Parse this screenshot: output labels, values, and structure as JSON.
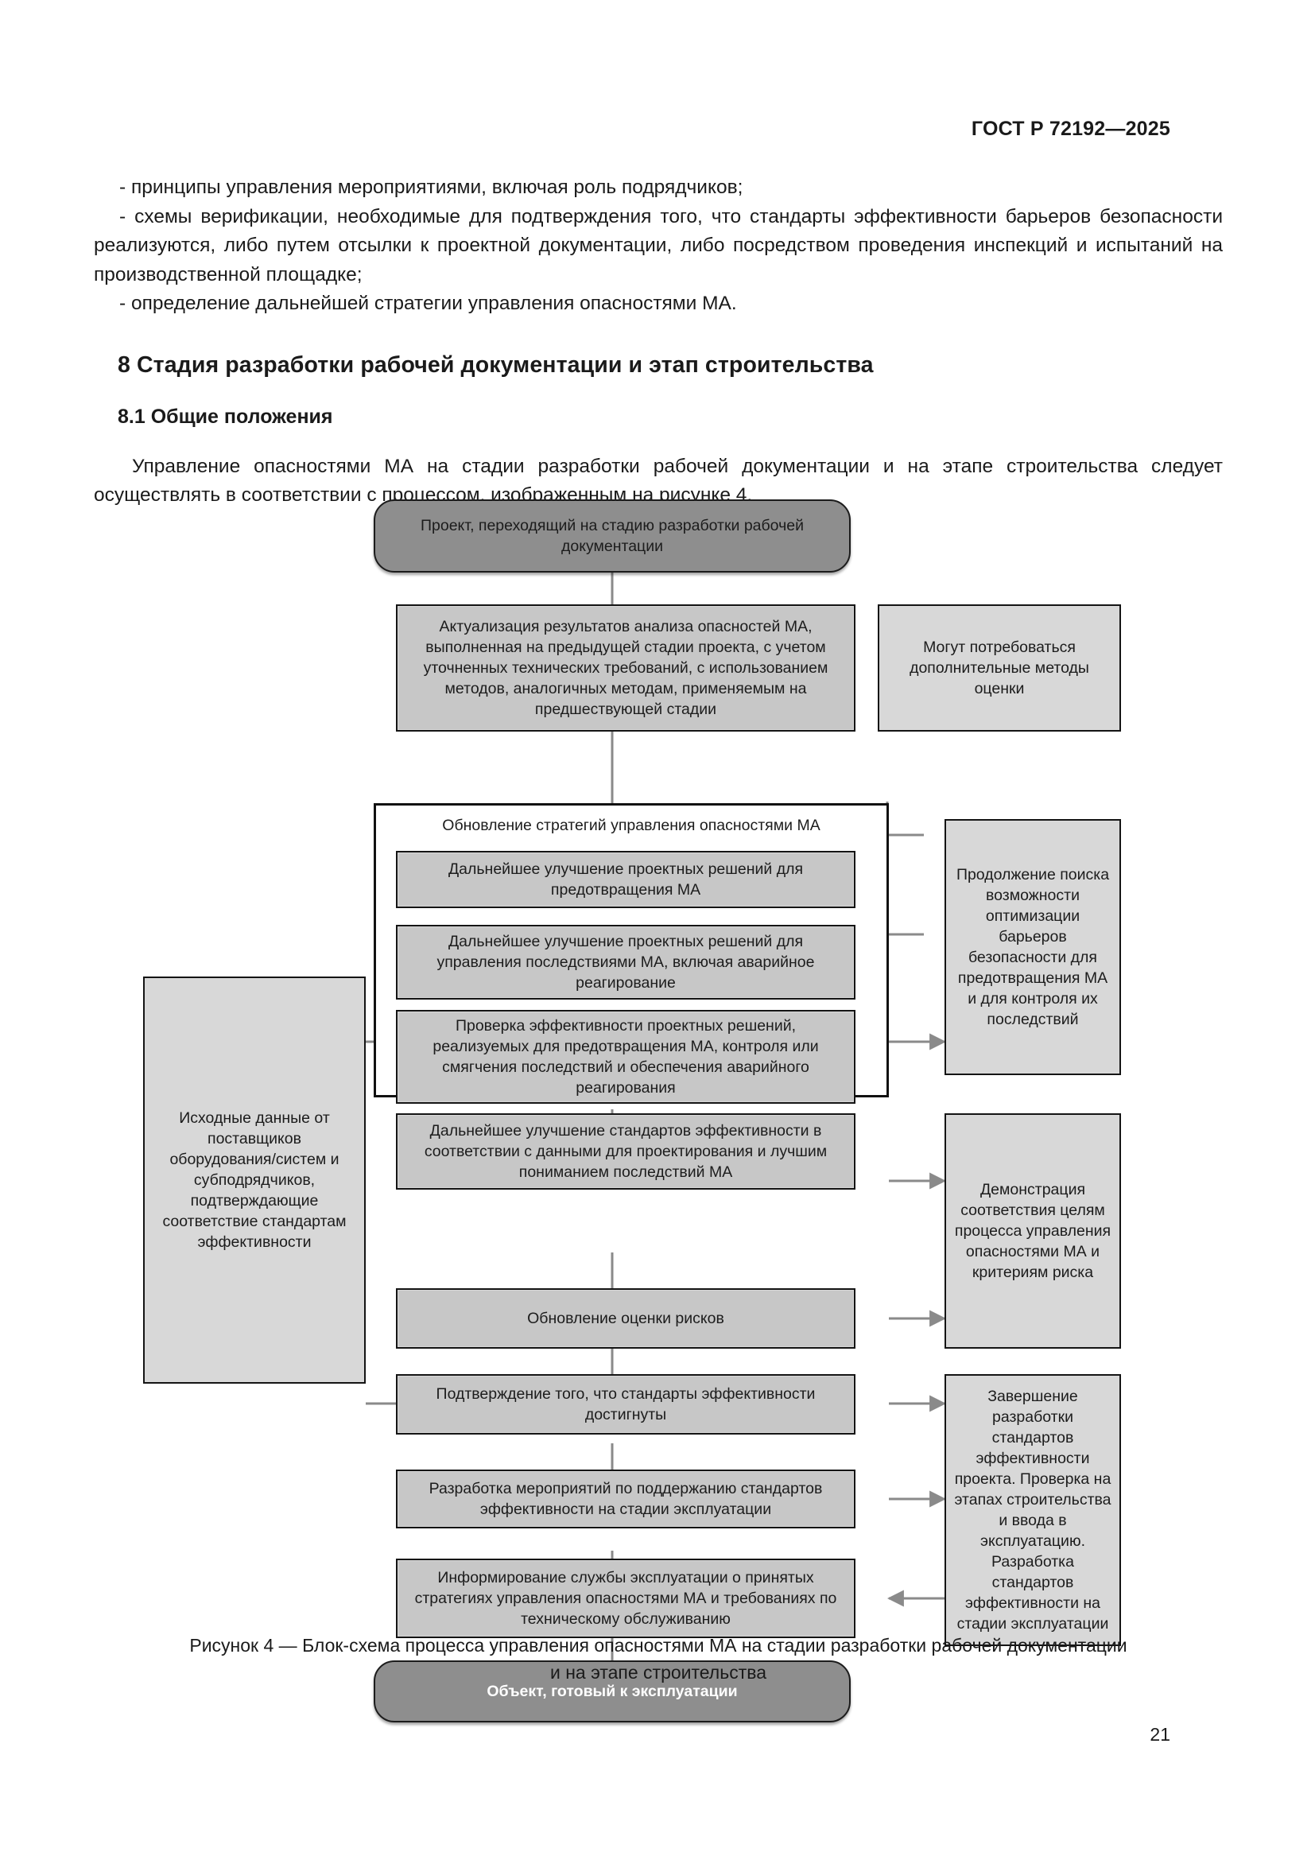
{
  "header": {
    "standard": "ГОСТ Р 72192—2025"
  },
  "body": {
    "bullet1": "- принципы управления мероприятиями, включая роль подрядчиков;",
    "bullet2": "- схемы верификации, необходимые для подтверждения того, что стандарты эффективности барьеров безопасности реализуются, либо путем отсылки к проектной документации, либо посредством проведения инспекций и испытаний на производственной площадке;",
    "bullet3": "- определение дальнейшей стратегии управления опасностями МА.",
    "section_heading": "8  Стадия разработки рабочей документации и этап строительства",
    "subsection_heading": "8.1  Общие положения",
    "lead_paragraph": "Управление опасностями МА на стадии разработки рабочей документации и на этапе строительства следует осуществлять в соответствии с процессом, изображенным на рисунке 4."
  },
  "figure": {
    "caption_line1": "Рисунок 4 — Блок-схема процесса управления опасностями МА на стадии разработки рабочей документации",
    "caption_line2": "и  на  этапе строительства",
    "nodes": {
      "start": "Проект, переходящий на стадию разработки рабочей документации",
      "update_analysis": "Актуализация результатов анализа опасностей МА, выполненная на предыдущей стадии проекта, с учетом уточненных технических требований, с использованием методов, аналогичных методам, применяемым на предшествующей стадии",
      "additional_methods": "Могут потребоваться дополнительные методы оценки",
      "group_title": "Обновление стратегий управления опасностями МА",
      "improve_prevention": "Дальнейшее улучшение проектных решений для предотвращения МА",
      "improve_consequences": "Дальнейшее улучшение проектных решений для управления последствиями МА, включая аварийное реагирование",
      "verify_effectiveness": "Проверка эффективности проектных решений, реализуемых для предотвращения МА, контроля или смягчения последствий и обеспечения аварийного реагирования",
      "improve_standards": "Дальнейшее улучшение стандартов эффективности в соответствии с данными для проектирования и лучшим пониманием последствий МА",
      "continue_search": "Продолжение поиска возможности оптимизации барьеров безопасности для предотвращения МА и для контроля их последствий",
      "supplier_inputs": "Исходные данные от поставщиков оборудования/систем и субподрядчиков, подтверждающие соответствие стандартам эффективности",
      "update_risk": "Обновление оценки рисков",
      "demonstrate_compliance": "Демонстрация соответствия целям процесса управления опасностями МА и критериям риска",
      "confirm_standards": "Подтверждение того, что стандарты эффективности достигнуты",
      "develop_measures": "Разработка мероприятий по поддержанию стандартов эффективности на стадии эксплуатации",
      "inform_operations": "Информирование службы эксплуатации о принятых стратегиях управления опасностями МА и требованиях по техническому обслуживанию",
      "completion": "Завершение разработки стандартов эффективности проекта. Проверка на этапах строительства и ввода в эксплуатацию. Разработка стандартов эффективности на стадии эксплуатации",
      "end": "Объект, готовый к эксплуатации"
    }
  },
  "footer": {
    "page_number": "21"
  },
  "colors": {
    "terminator_fill": "#8e8e8e",
    "process_fill": "#c7c7c7",
    "note_fill": "#d8d8d8",
    "stroke": "#141414",
    "connector": "#8a8a8a"
  }
}
